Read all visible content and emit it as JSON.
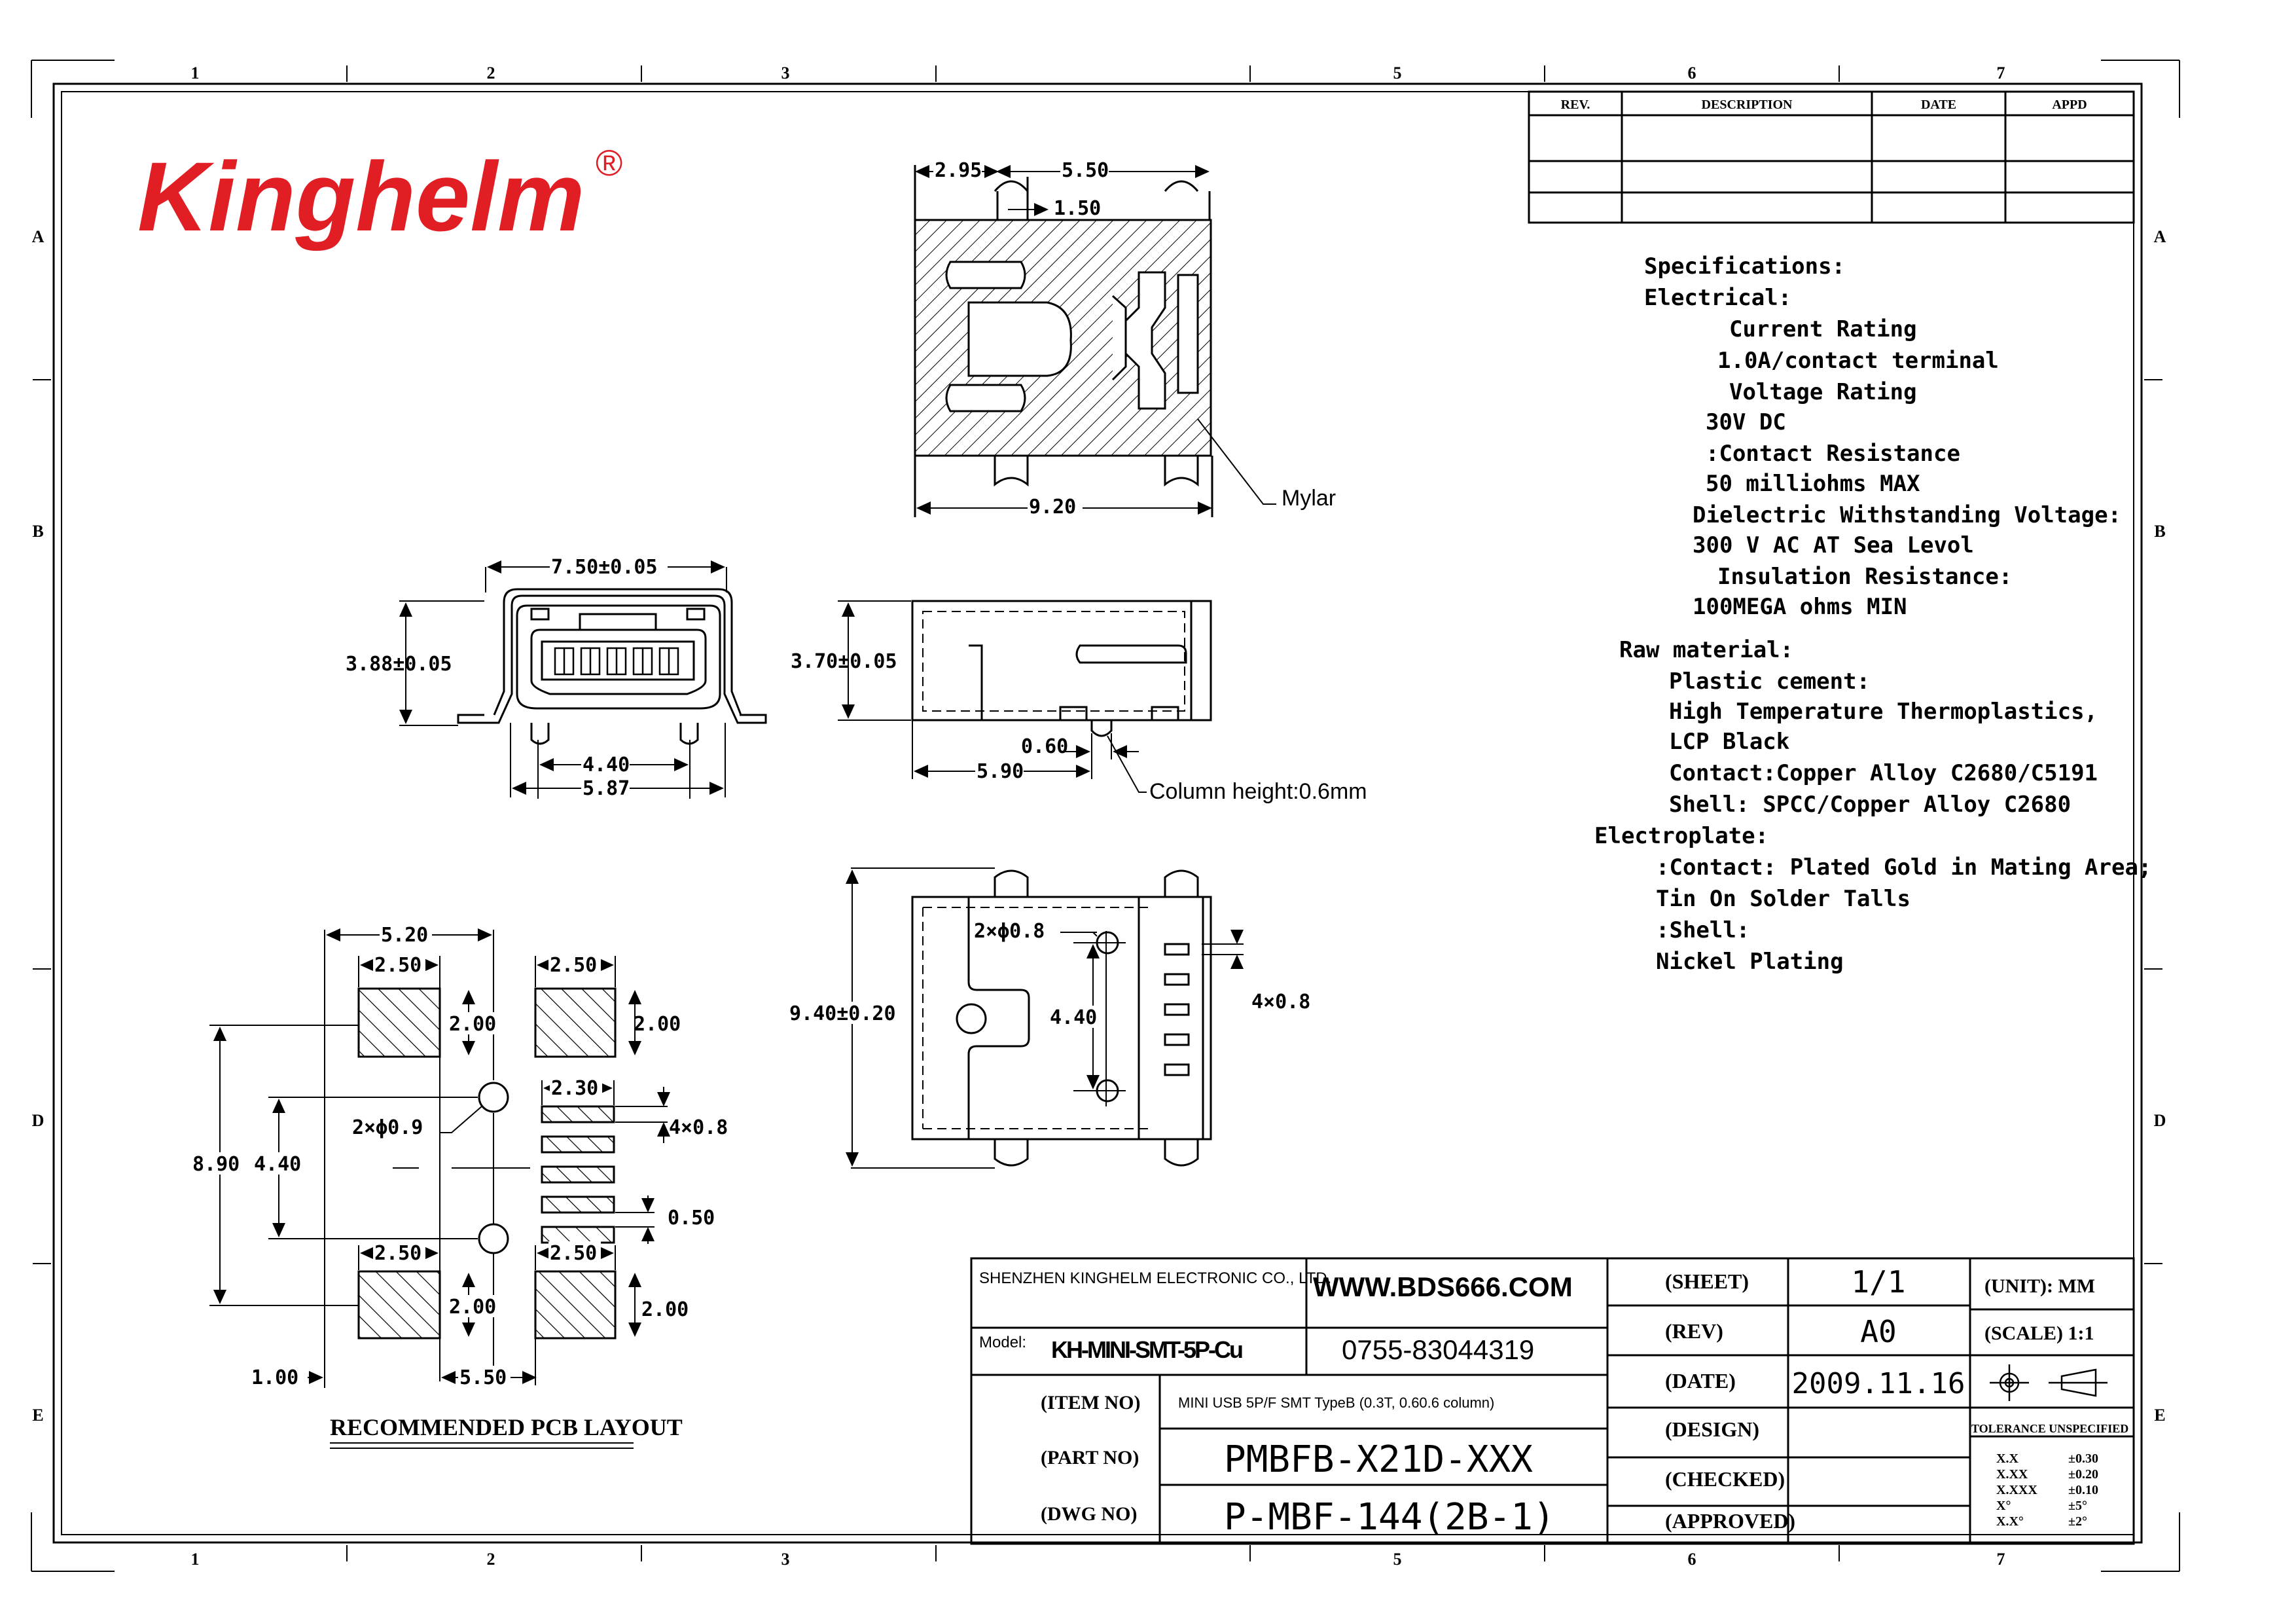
{
  "brand": {
    "name": "Kinghelm",
    "registered_mark": "®",
    "color": "#e01e24"
  },
  "grid": {
    "columns": [
      "1",
      "2",
      "3",
      "5",
      "6",
      "7"
    ],
    "rows": [
      "A",
      "B",
      "D",
      "E"
    ],
    "extra_right_row": "B"
  },
  "revision_table": {
    "headers": [
      "REV.",
      "DESCRIPTION",
      "DATE",
      "APPD"
    ]
  },
  "specifications": [
    "Specifications:",
    "Electrical:",
    "Current Rating",
    "1.0A/contact terminal",
    "Voltage Rating",
    "30V DC",
    ":Contact Resistance",
    "50 milliohms MAX",
    "Dielectric Withstanding Voltage:",
    "300 V AC AT Sea Levol",
    "Insulation Resistance:",
    "100MEGA ohms MIN",
    "Raw material:",
    "Plastic cement:",
    "High Temperature  Thermoplastics,",
    "LCP Black",
    "Contact:Copper Alloy C2680/C5191",
    "Shell: SPCC/Copper Alloy C2680",
    "Electroplate:",
    ":Contact: Plated Gold in Mating Area;",
    "Tin On Solder Talls",
    ":Shell:",
    "Nickel Plating"
  ],
  "top_view": {
    "d1": "2.95",
    "d2": "5.50",
    "d3": "1.50",
    "d4": "9.20",
    "mylar": "Mylar"
  },
  "front_view": {
    "width": "7.50±0.05",
    "height": "3.88±0.05",
    "pitch": "4.40",
    "span": "5.87"
  },
  "side_view": {
    "height": "3.70±0.05",
    "post": "0.60",
    "length": "5.90",
    "note": "Column height:0.6mm"
  },
  "bottom_view": {
    "holes": "2×ϕ0.8",
    "length": "9.40±0.20",
    "spacing": "4.40",
    "pins": "4×0.8"
  },
  "pcb_layout": {
    "title": "RECOMMENDED PCB LAYOUT",
    "overall_w": "5.20",
    "pad_w": "2.50",
    "pad_h": "2.00",
    "finger_w": "2.30",
    "fingers": "4×0.8",
    "pitch": "0.50",
    "holes": "2×ϕ0.9",
    "overall_h": "8.90",
    "hole_spacing": "4.40",
    "offset": "1.00",
    "pad_span": "5.50"
  },
  "title_block": {
    "company": "SHENZHEN KINGHELM ELECTRONIC CO., LTD.",
    "website": "WWW.BDS666.COM",
    "model_label": "Model:",
    "model_value": "KH-MINI-SMT-5P-Cu",
    "phone": "0755-83044319",
    "item_no_label": "(ITEM NO)",
    "item_no_value": "MINI USB 5P/F SMT TypeB (0.3T, 0.60.6 column)",
    "part_no_label": "(PART NO)",
    "part_no_value": "PMBFB-X21D-XXX",
    "dwg_no_label": "(DWG NO)",
    "dwg_no_value": "P-MBF-144(2B-1)",
    "sheet_label": "(SHEET)",
    "sheet_value": "1/1",
    "rev_label": "(REV)",
    "rev_value": "A0",
    "date_label": "(DATE)",
    "date_value": "2009.11.16",
    "design_label": "(DESIGN)",
    "checked_label": "(CHECKED)",
    "approved_label": "(APPROVED)",
    "unit": "(UNIT): MM",
    "scale": "(SCALE) 1:1",
    "tolerance_title": "TOLERANCE UNSPECIFIED",
    "tolerance_rows": [
      {
        "k": "X.X",
        "v": "±0.30"
      },
      {
        "k": "X.XX",
        "v": "±0.20"
      },
      {
        "k": "X.XXX",
        "v": "±0.10"
      },
      {
        "k": "X°",
        "v": "±5°"
      },
      {
        "k": "X.X°",
        "v": "±2°"
      }
    ]
  }
}
